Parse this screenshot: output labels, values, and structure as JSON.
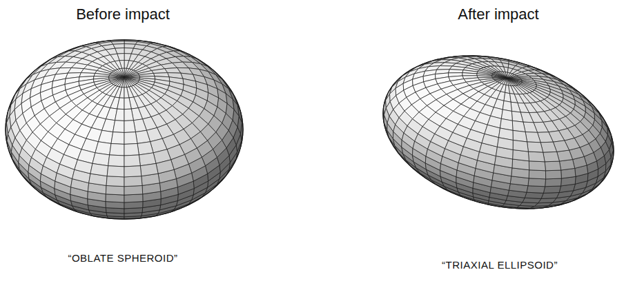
{
  "diagram": {
    "labels": [
      "Before impact",
      "After impact",
      "“OBLATE SPHEROID”",
      "“TRIAXIAL ELLIPSOID”"
    ]
  }
}
